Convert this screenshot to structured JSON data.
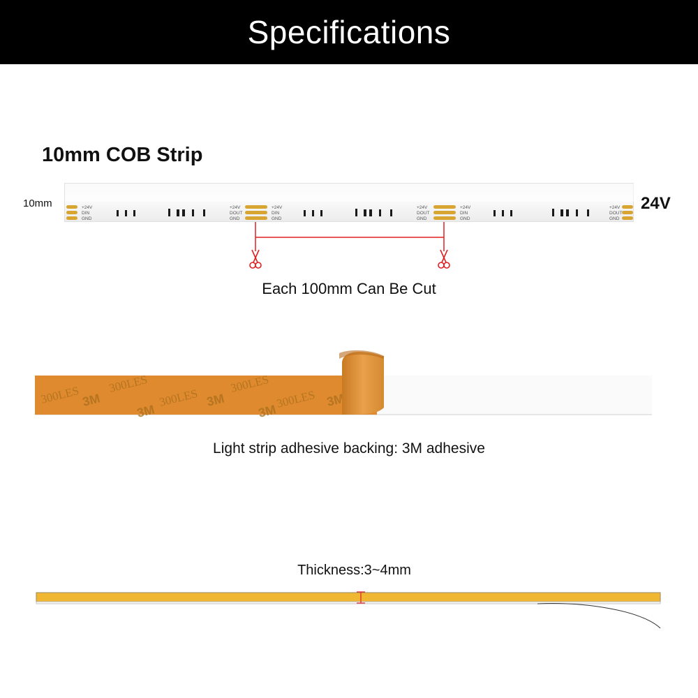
{
  "header": {
    "title": "Specifications"
  },
  "strip": {
    "title": "10mm COB Strip",
    "width_label": "10mm",
    "voltage_label": "24V",
    "pads_left": [
      "+24V",
      "DIN",
      "GND"
    ],
    "pads_right": [
      "+24V",
      "DOUT",
      "GND"
    ],
    "cut_caption": "Each 100mm Can Be Cut",
    "colors": {
      "pad": "#d9a531",
      "cut_line": "#e02020"
    }
  },
  "adhesive": {
    "print_brand": "3M",
    "print_code": "300LES",
    "caption": "Light strip adhesive backing: 3M adhesive",
    "colors": {
      "backing": "#df8a2e",
      "print": "#a96e1c"
    }
  },
  "profile": {
    "caption": "Thickness:3~4mm",
    "colors": {
      "fill": "#f0b733",
      "marker": "#e02020"
    }
  }
}
